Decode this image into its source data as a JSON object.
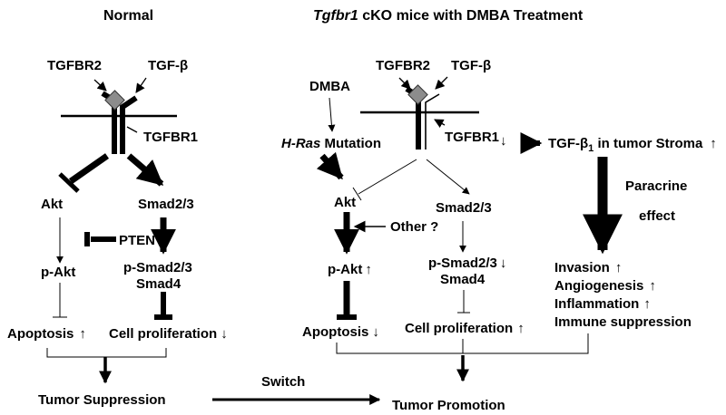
{
  "titles": {
    "normal": "Normal",
    "cko_gene": "Tgfbr1",
    "cko_rest": " cKO mice with DMBA Treatment"
  },
  "left": {
    "tgfbr2": "TGFBR2",
    "tgfb": "TGF-β",
    "tgfbr1": "TGFBR1",
    "akt": "Akt",
    "smad23": "Smad2/3",
    "pten": "PTEN",
    "pakt": "p-Akt",
    "psmad23": "p-Smad2/3",
    "smad4": "Smad4",
    "apoptosis": "Apoptosis",
    "apoptosis_arrow": "↑",
    "cell_prolif": "Cell proliferation",
    "cell_prolif_arrow": "↓",
    "tumor_suppression": "Tumor Suppression"
  },
  "switch_label": "Switch",
  "right": {
    "tgfbr2": "TGFBR2",
    "tgfb": "TGF-β",
    "dmba": "DMBA",
    "hras": "H-Ras",
    "mutation": " Mutation",
    "tgfbr1": "TGFBR1",
    "tgfbr1_arrow": "↓",
    "tgfb1_pre": "TGF-β",
    "tgfb1_sub": "1",
    "tgfb1_post": " in tumor Stroma",
    "tgfb1_arrow": "↑",
    "paracrine": "Paracrine",
    "effect": "effect",
    "akt": "Akt",
    "smad23": "Smad2/3",
    "other": "Other ?",
    "pakt": "p-Akt",
    "pakt_arrow": "↑",
    "psmad23": "p-Smad2/3",
    "psmad23_arrow": "↓",
    "smad4": "Smad4",
    "apoptosis": "Apoptosis",
    "apoptosis_arrow": "↓",
    "cell_prolif": "Cell proliferation",
    "cell_prolif_arrow": "↑",
    "invasion": "Invasion",
    "invasion_arrow": "↑",
    "angiogenesis": "Angiogenesis",
    "angiogenesis_arrow": "↑",
    "inflammation": "Inflammation",
    "inflammation_arrow": "↑",
    "immune": "Immune suppression",
    "tumor_promotion": "Tumor Promotion"
  }
}
